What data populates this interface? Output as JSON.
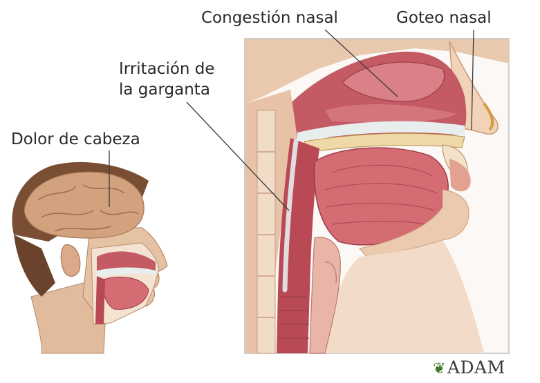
{
  "labels": {
    "congestion": "Congestión nasal",
    "goteo": "Goteo nasal",
    "irritacion_line1": "Irritación de",
    "irritacion_line2": "la garganta",
    "dolor": "Dolor de cabeza"
  },
  "logo": {
    "text": "ADAM",
    "icon": "leaf-icon"
  },
  "colors": {
    "tissue": "#c9636a",
    "tissue_dark": "#8e3a40",
    "mucus": "#e6ecec",
    "skin": "#e0b79a",
    "hair": "#7a4e33",
    "brain": "#cfa27f"
  }
}
